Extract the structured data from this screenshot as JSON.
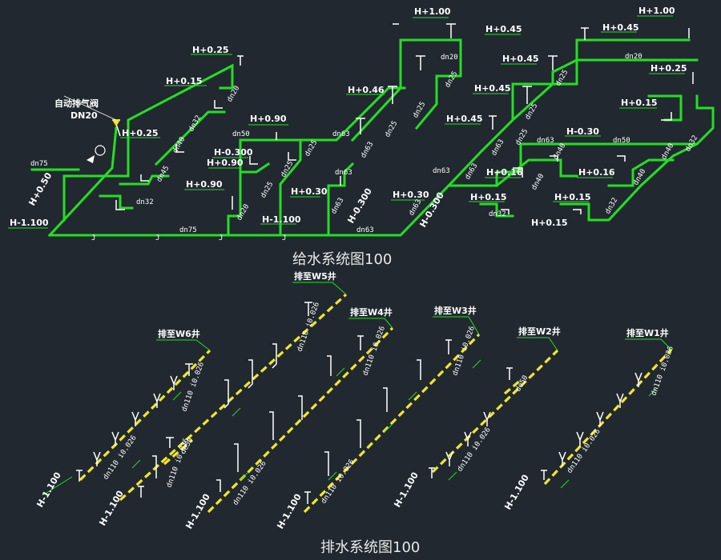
{
  "titles": {
    "supply": "给水系统图100",
    "drain": "排水系统图100"
  },
  "supply": {
    "elevations": [
      "H+1.00",
      "H+0.45",
      "H+1.00",
      "H+0.45",
      "H+0.25",
      "H+0.15",
      "H+0.46",
      "H+0.90",
      "H+0.25",
      "H-0.300",
      "H+0.90",
      "H+0.90",
      "H+0.30",
      "H+0.30",
      "H-0.300",
      "H+0.45",
      "H+0.45",
      "H+0.45",
      "H+0.25",
      "H+0.15",
      "H-0.30",
      "H+0.16",
      "H+0.16",
      "H+0.15",
      "H+0.15",
      "H+0.15",
      "H-1.100",
      "H-1.100",
      "H+0.50"
    ],
    "dims": [
      "dn20",
      "dn25",
      "dn32",
      "dn40",
      "dn45",
      "dn50",
      "dn63",
      "dn75"
    ],
    "valve_label": "自动排气阀",
    "valve_size": "DN20",
    "joint_mark": "J"
  },
  "drain": {
    "outlets": [
      "排至W6井",
      "排至W5井",
      "排至W4井",
      "排至W3井",
      "排至W2井",
      "排至W1井"
    ],
    "pipe_spec": "dn110 i0.026",
    "pipe_spec_small": "de50",
    "elevation": "H-1.100"
  },
  "colors": {
    "background": "#212830",
    "supply_pipe": "#22e022",
    "drain_pipe": "#f2e820",
    "text": "#ffffff"
  }
}
